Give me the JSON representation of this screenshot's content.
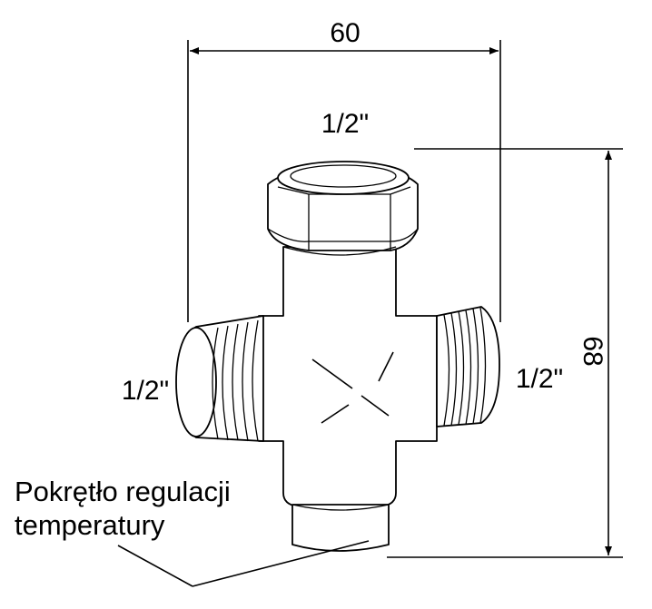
{
  "dimensions": {
    "width_label": "60",
    "height_label": "68"
  },
  "ports": {
    "top": "1/2\"",
    "left": "1/2\"",
    "right": "1/2\""
  },
  "callout": {
    "line1": "Pokrętło regulacji",
    "line2": "temperatury"
  }
}
